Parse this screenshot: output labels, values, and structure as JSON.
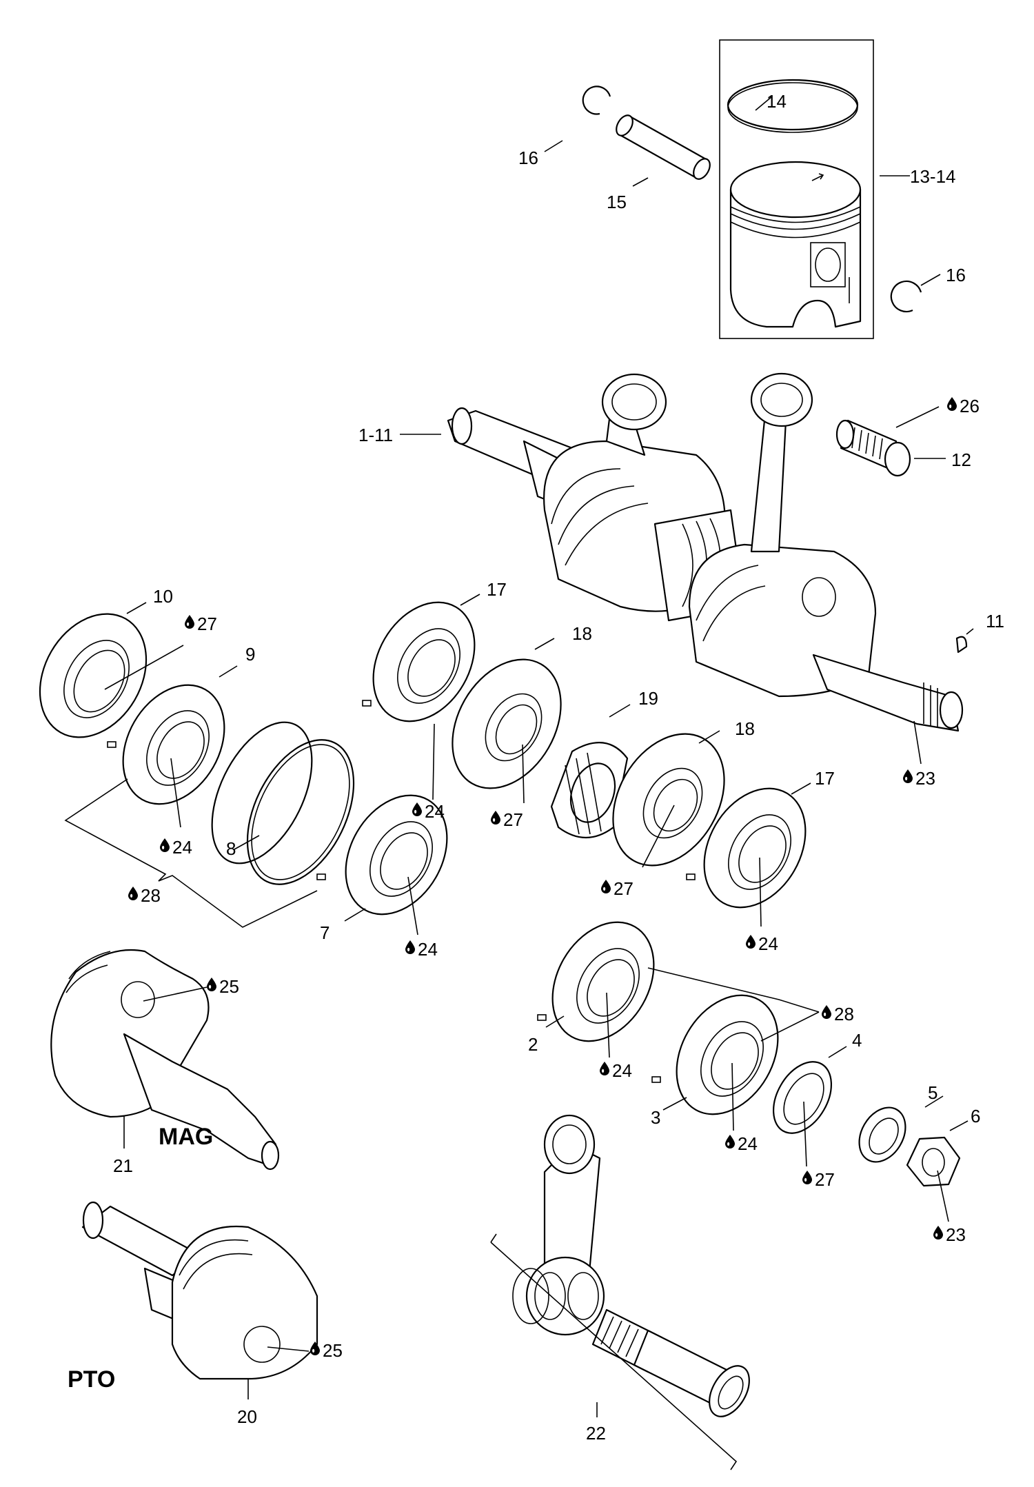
{
  "callouts": {
    "c13_14": "13-14",
    "c14": "14",
    "c15": "15",
    "c16a": "16",
    "c16b": "16",
    "c1_11": "1-11",
    "c26": "26",
    "c12": "12",
    "c10": "10",
    "c27a": "27",
    "c9": "9",
    "c17a": "17",
    "c18a": "18",
    "c19": "19",
    "c11": "11",
    "c24a": "24",
    "c24b": "24",
    "c27b": "27",
    "c18b": "18",
    "c17b": "17",
    "c23a": "23",
    "c8": "8",
    "c28a": "28",
    "c7": "7",
    "c24c": "24",
    "c27c": "27",
    "c24d": "24",
    "c25a": "25",
    "c28b": "28",
    "c2": "2",
    "c24e": "24",
    "c4": "4",
    "c3": "3",
    "c24f": "24",
    "c5": "5",
    "c6": "6",
    "c27d": "27",
    "c23b": "23",
    "c21": "21",
    "c25b": "25",
    "c20": "20",
    "c22": "22"
  },
  "side_labels": {
    "mag": "MAG",
    "pto": "PTO"
  },
  "icons": {
    "lube": "oil-drop-icon"
  }
}
